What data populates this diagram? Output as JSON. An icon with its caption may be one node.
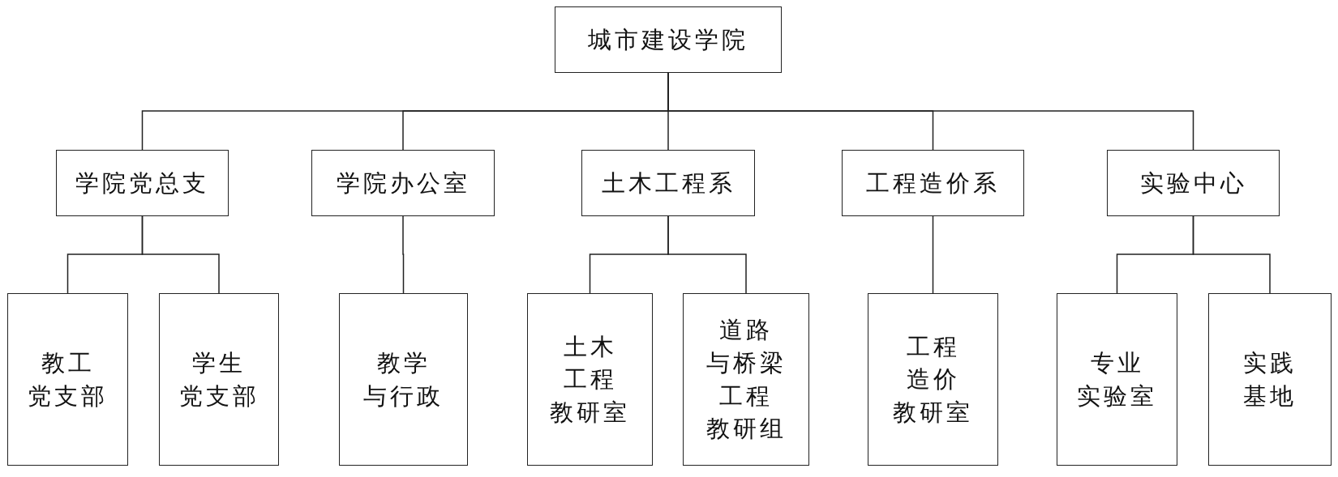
{
  "diagram": {
    "nodes": [
      {
        "text": [
          "城市建设学院"
        ]
      },
      {
        "text": [
          "学院党总支"
        ]
      },
      {
        "text": [
          "学院办公室"
        ]
      },
      {
        "text": [
          "土木工程系"
        ]
      },
      {
        "text": [
          "工程造价系"
        ]
      },
      {
        "text": [
          "实验中心"
        ]
      },
      {
        "text": [
          "教工党支部"
        ]
      },
      {
        "text": [
          "学生党支部"
        ]
      },
      {
        "text": [
          "教学与行政"
        ]
      },
      {
        "text": [
          "土木工程教研室"
        ]
      },
      {
        "text": [
          "道路与桥梁工程教研组"
        ]
      },
      {
        "text": [
          "工程造价教研室"
        ]
      },
      {
        "text": [
          "专业实验室"
        ]
      },
      {
        "text": [
          "实践基地"
        ]
      }
    ],
    "edges": [
      {
        "from": 0,
        "to": 1,
        "arrow": "none"
      },
      {
        "from": 0,
        "to": 2,
        "arrow": "none"
      },
      {
        "from": 0,
        "to": 3,
        "arrow": "none"
      },
      {
        "from": 0,
        "to": 4,
        "arrow": "none"
      },
      {
        "from": 0,
        "to": 5,
        "arrow": "none"
      },
      {
        "from": 1,
        "to": 6,
        "arrow": "none"
      },
      {
        "from": 1,
        "to": 7,
        "arrow": "none"
      },
      {
        "from": 2,
        "to": 8,
        "arrow": "none"
      },
      {
        "from": 3,
        "to": 9,
        "arrow": "none"
      },
      {
        "from": 3,
        "to": 10,
        "arrow": "none"
      },
      {
        "from": 4,
        "to": 11,
        "arrow": "none"
      },
      {
        "from": 5,
        "to": 12,
        "arrow": "none"
      },
      {
        "from": 5,
        "to": 13,
        "arrow": "none"
      }
    ]
  }
}
